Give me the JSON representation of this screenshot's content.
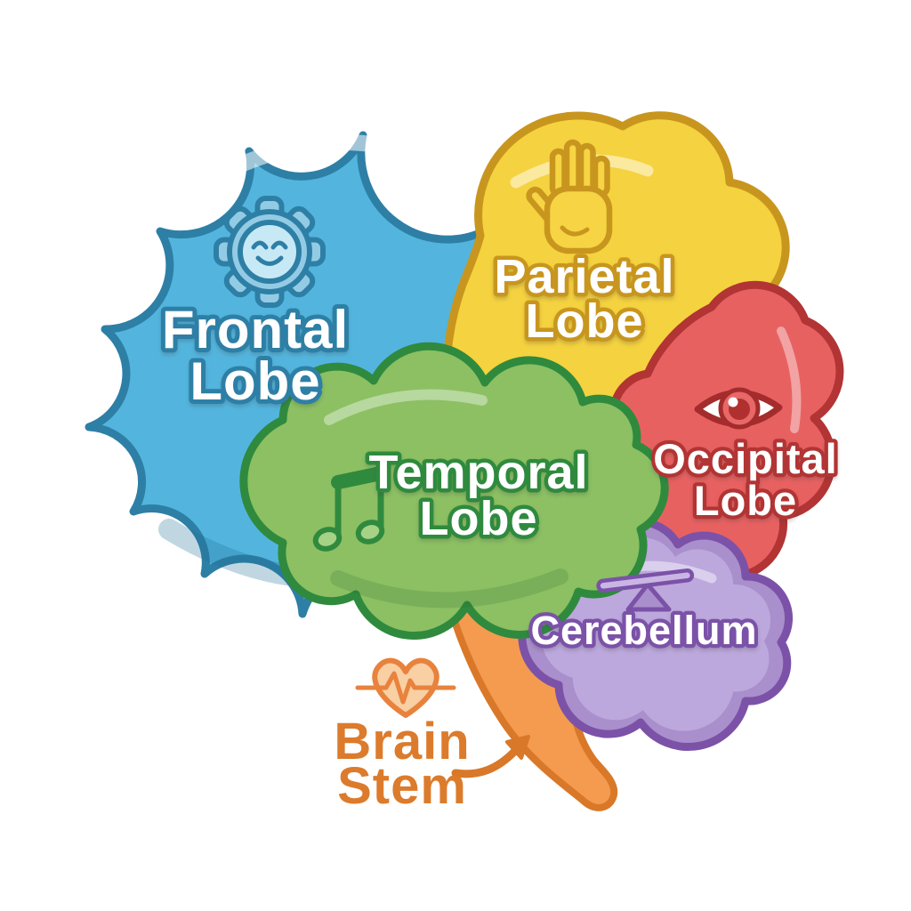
{
  "diagram": {
    "kind": "cartoon-brain-lobes-illustration",
    "background": "#FFFFFF",
    "regions": [
      {
        "id": "frontal",
        "label": "Frontal Lobe",
        "lines": [
          "Frontal",
          "Lobe"
        ],
        "fill": "#53B5DE",
        "outline": "#2E7FA5",
        "icon": "gear-smile-icon"
      },
      {
        "id": "parietal",
        "label": "Parietal Lobe",
        "lines": [
          "Parietal",
          "Lobe"
        ],
        "fill": "#F5D23F",
        "outline": "#C8961E",
        "icon": "hand-icon"
      },
      {
        "id": "temporal",
        "label": "Temporal Lobe",
        "lines": [
          "Temporal",
          "Lobe"
        ],
        "fill": "#8CC063",
        "outline": "#2F8A3E",
        "icon": "music-note-icon"
      },
      {
        "id": "occipital",
        "label": "Occipital Lobe",
        "lines": [
          "Occipital",
          "Lobe"
        ],
        "fill": "#E86161",
        "outline": "#B23434",
        "icon": "eye-icon"
      },
      {
        "id": "cerebellum",
        "label": "Cerebellum",
        "lines": [
          "Cerebellum"
        ],
        "fill": "#A98FCB",
        "outline": "#7B52A8",
        "icon": "seesaw-icon"
      },
      {
        "id": "brainstem",
        "label": "Brain Stem",
        "lines": [
          "Brain",
          "Stem"
        ],
        "fill": "#F49B50",
        "outline": "#D97828",
        "icon": "heart-pulse-icon",
        "annotation": "curved-arrow-pointing-to-stem"
      }
    ]
  }
}
